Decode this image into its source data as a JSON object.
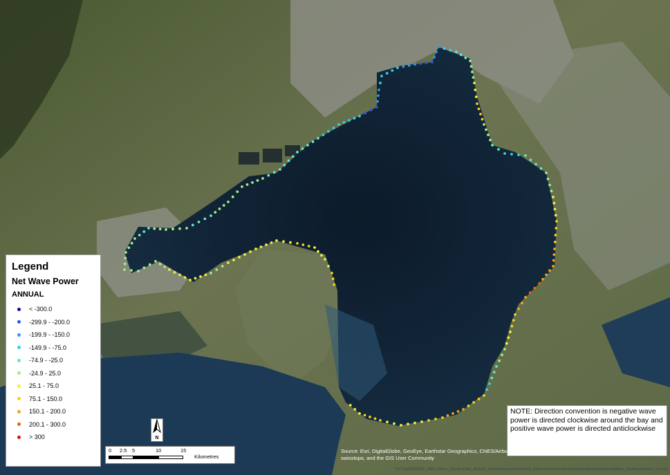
{
  "legend": {
    "title": "Legend",
    "subtitle": "Net Wave Power",
    "period": "ANNUAL",
    "items": [
      {
        "label": "< -300.0",
        "color": "#0a0aa8"
      },
      {
        "label": "-299.9 - -200.0",
        "color": "#2a55e6"
      },
      {
        "label": "-199.9 - -150.0",
        "color": "#2f9ae8"
      },
      {
        "label": "-149.9 - -75.0",
        "color": "#33d4e6"
      },
      {
        "label": "-74.9 - -25.0",
        "color": "#66e8c8"
      },
      {
        "label": "-24.9 - 25.0",
        "color": "#a4ec8a"
      },
      {
        "label": "25.1 - 75.0",
        "color": "#eef040"
      },
      {
        "label": "75.1 - 150.0",
        "color": "#f6d21c"
      },
      {
        "label": "150.1 - 200.0",
        "color": "#f6a612"
      },
      {
        "label": "200.1 - 300.0",
        "color": "#f06010"
      },
      {
        "label": "> 300",
        "color": "#e01010"
      }
    ]
  },
  "note": "NOTE: Direction convention is negative wave power is directed clockwise around the bay and positive wave power is directed anticlockwise",
  "scalebar": {
    "ticks": [
      "0",
      "2.5",
      "5",
      "10",
      "15"
    ],
    "unit": "Kilometres"
  },
  "north_label": "N",
  "source_credit": "Source: Esri, DigitalGlobe, GeoEye, Earthstar Geographics, CNES/Airbus DS, USDA, USGS, AEX, Getmapping, Aerogrid, IGN, IGP, swisstopo, and the GIS User Community",
  "file_path": "Y:\\FY1509\\915505_ABM_Wave_Climate\\Data_Anls\\02_analysis\\waveClimateGIS_500m\\interpolateModelResults\\WavePowerPointWave_NetWavePower_v3.mxd",
  "colors": {
    "water": "#102235",
    "land": "#56613f",
    "urban": "#9a9a94"
  }
}
